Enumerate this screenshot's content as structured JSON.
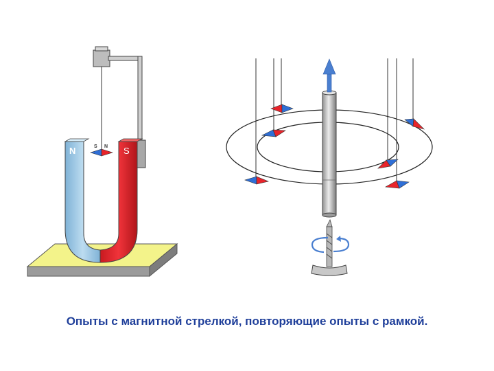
{
  "caption": "Опыты с магнитной стрелкой, повторяющие опыты с рамкой.",
  "magnet": {
    "north_label": "N",
    "south_label": "S",
    "needle_north_label": "N",
    "needle_south_label": "S"
  },
  "colors": {
    "north_blue": "#a8cfe6",
    "south_red": "#e8242b",
    "base_yellow": "#f3f38a",
    "rod_gray": "#c9c9c9",
    "arrow_blue": "#4a7fd0"
  }
}
